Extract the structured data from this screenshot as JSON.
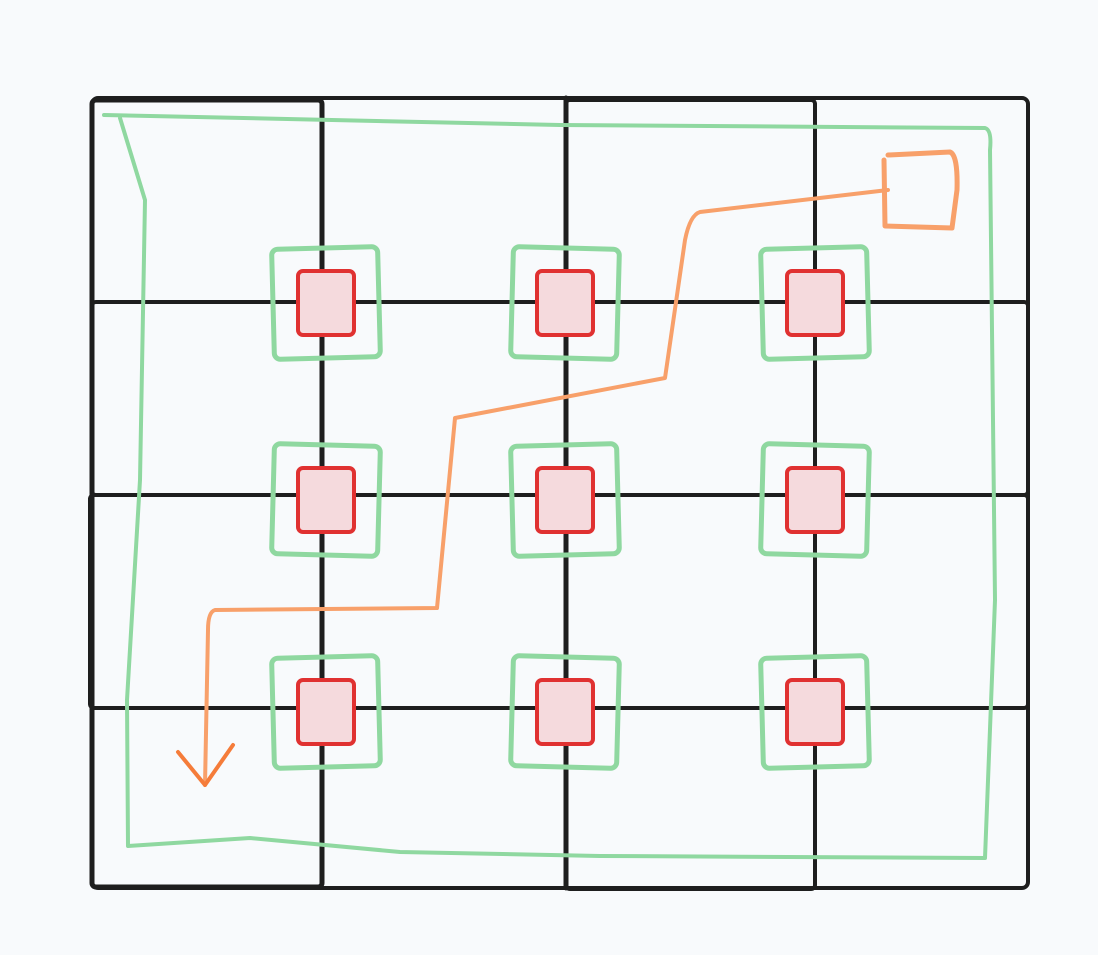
{
  "diagram": {
    "grid": {
      "columns": 4,
      "rows": 4
    },
    "nodes": {
      "rows": 3,
      "columns": 3
    },
    "colors": {
      "background": "#f8fafc",
      "grid_stroke": "#1e1e1e",
      "node_stroke": "#e03131",
      "node_fill": "#f5dadd",
      "halo_stroke": "#8fd8a0",
      "path_stroke": "#f8a06a",
      "arrow_head": "#f57c3a"
    }
  }
}
